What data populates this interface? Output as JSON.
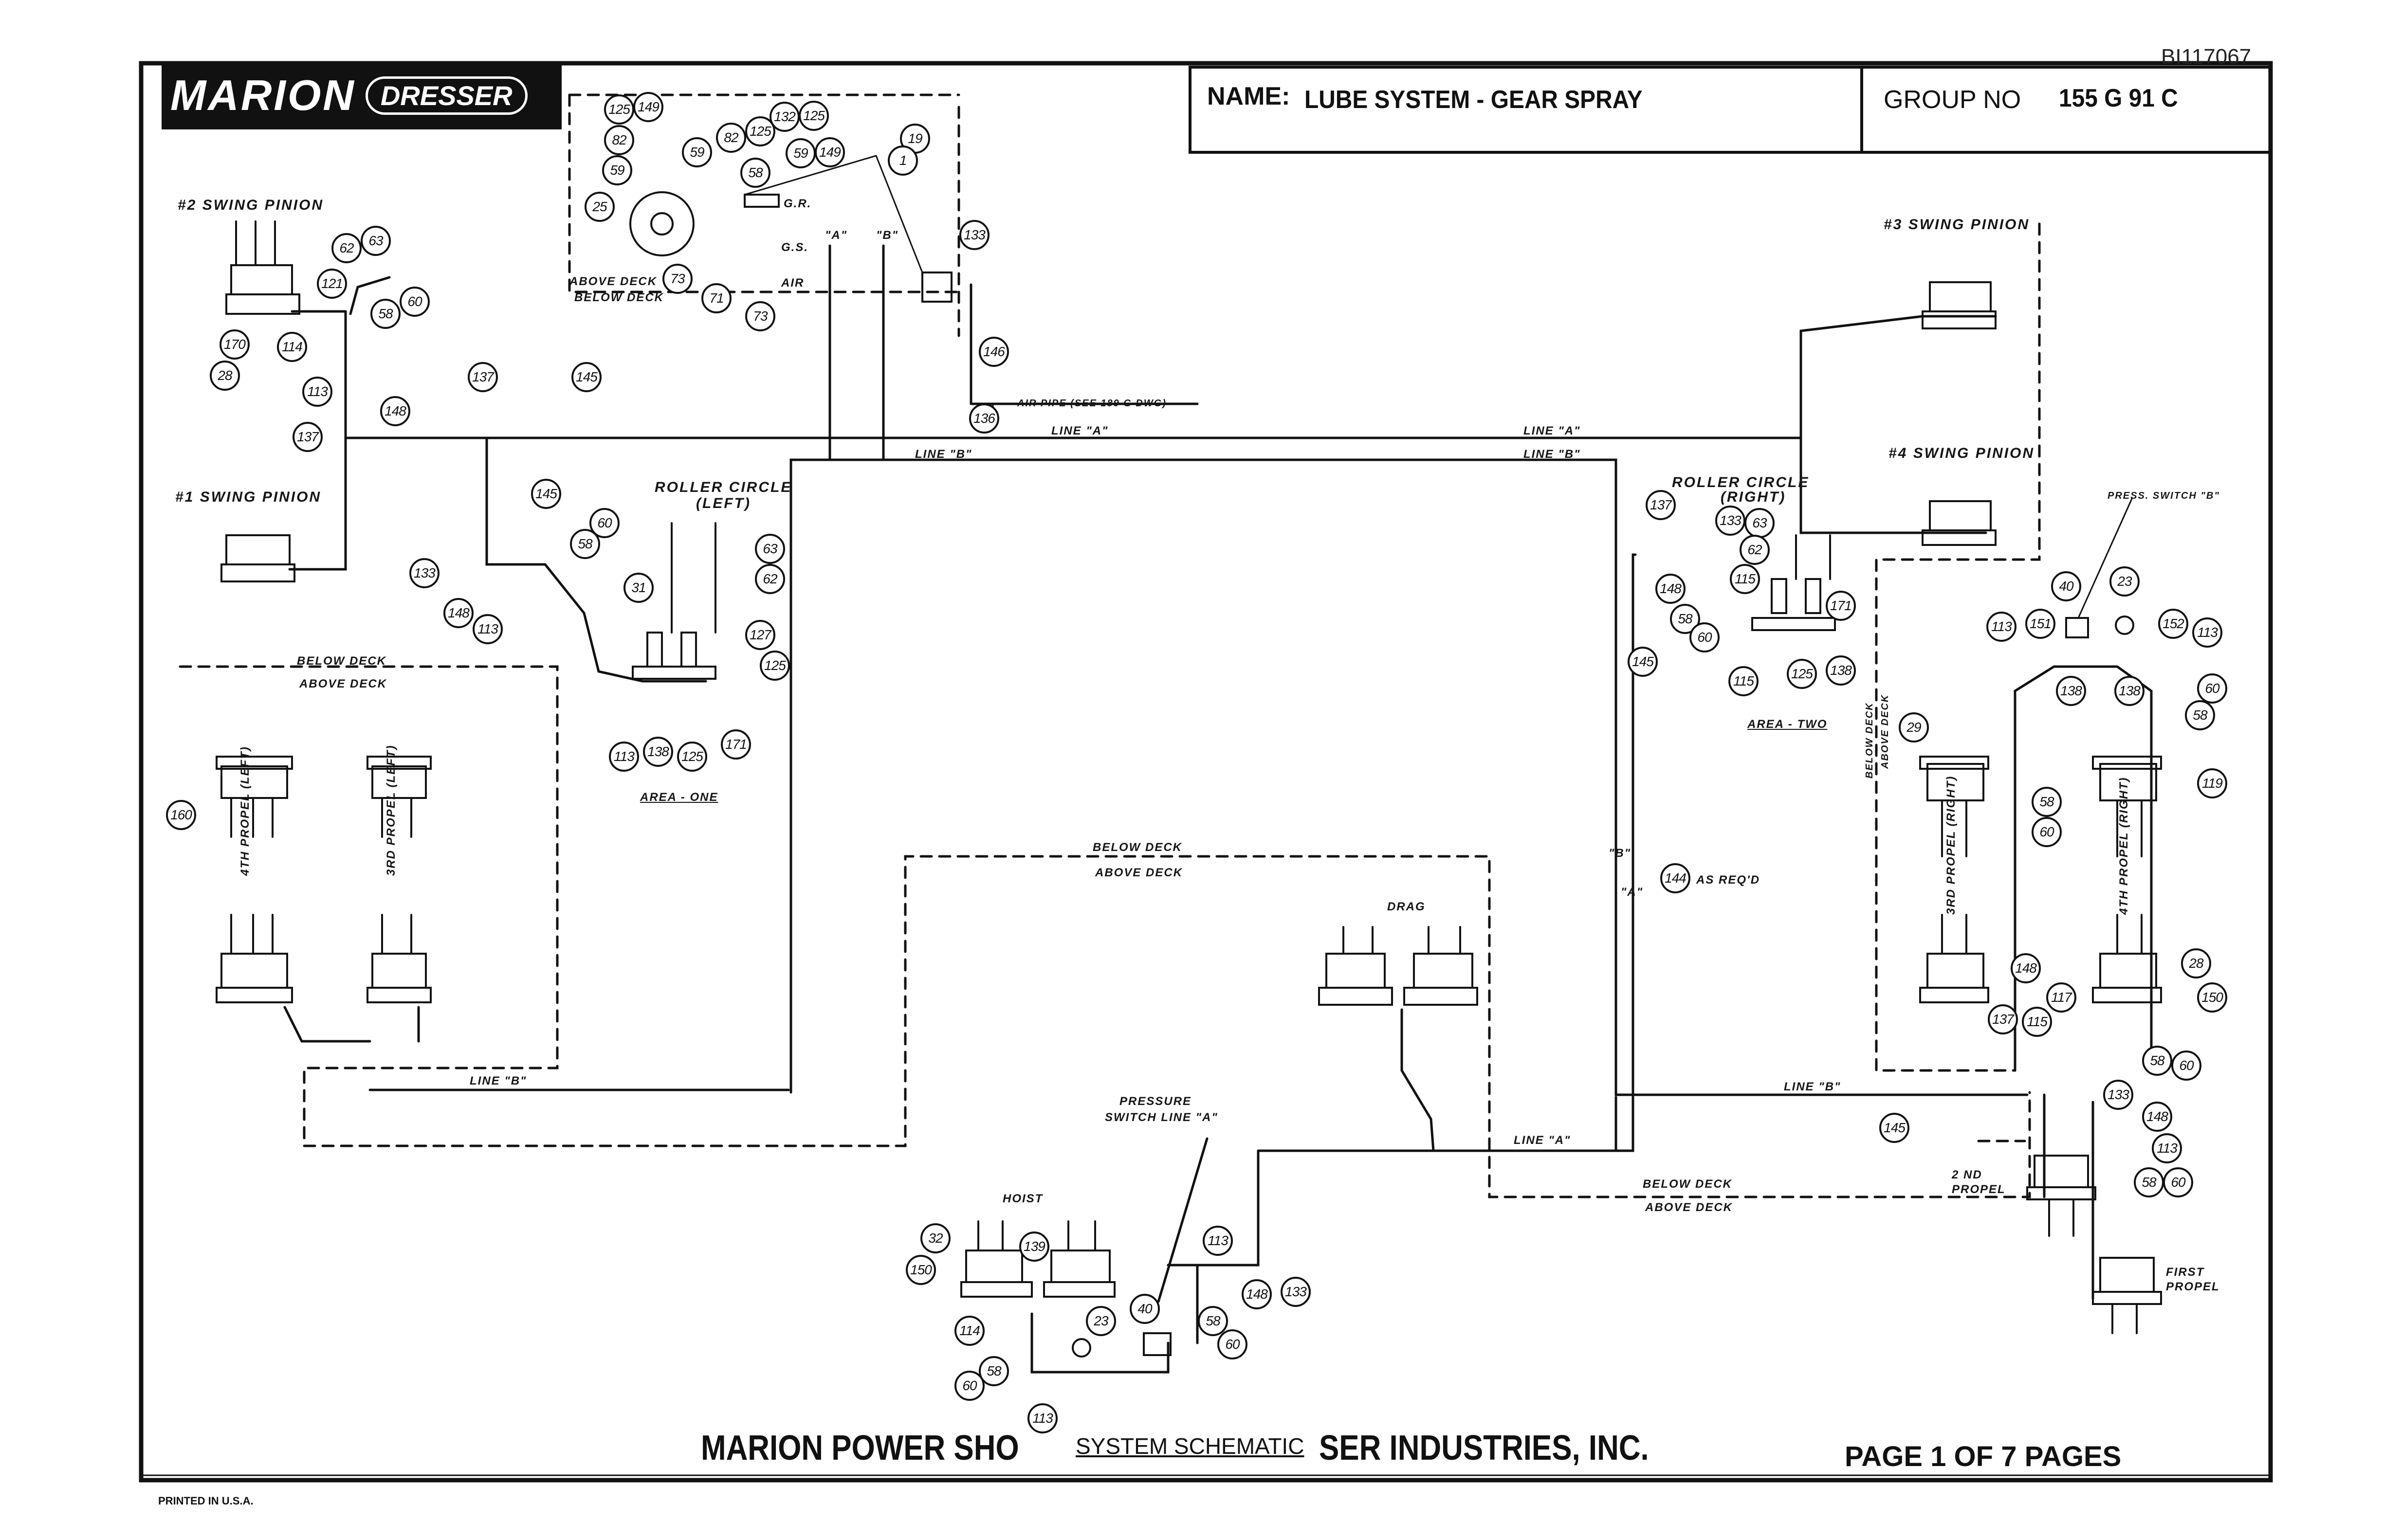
{
  "header": {
    "doc_number": "BI117067",
    "logo_left": "MARION",
    "logo_right": "DRESSER",
    "name_label": "NAME:",
    "name_value": "LUBE SYSTEM - GEAR SPRAY",
    "group_label": "GROUP NO",
    "group_value": "155 G 91 C"
  },
  "footer": {
    "company_left": "MARION POWER SHO",
    "company_right": "SER INDUSTRIES, INC.",
    "system_label": "SYSTEM SCHEMATIC",
    "page_text": "PAGE 1 OF 7 PAGES",
    "printed": "PRINTED IN U.S.A."
  },
  "labels": {
    "swing2": "#2 SWING PINION",
    "swing1": "#1 SWING PINION",
    "swing3": "#3 SWING PINION",
    "swing4": "#4 SWING PINION",
    "above_deck_tl": "ABOVE DECK",
    "below_deck_tl": "BELOW DECK",
    "gr": "G.R.",
    "gs": "G.S.",
    "air": "AIR",
    "line_a_top": "LINE \"A\"",
    "line_b_top": "LINE \"B\"",
    "line_a_right": "LINE \"A\"",
    "line_b_right": "LINE \"B\"",
    "air_pipe": "AIR PIPE (SEE 189 G DWG)",
    "quote_a": "\"A\"",
    "quote_b": "\"B\"",
    "roller_left_1": "ROLLER CIRCLE",
    "roller_left_2": "(LEFT)",
    "roller_right_1": "ROLLER CIRCLE",
    "roller_right_2": "(RIGHT)",
    "area_one": "AREA - ONE",
    "area_two": "AREA - TWO",
    "below_deck_l": "BELOW DECK",
    "above_deck_l": "ABOVE DECK",
    "propel_4th_left": "4TH PROPEL (LEFT)",
    "propel_3rd_left": "3RD PROPEL (LEFT)",
    "line_b_bottom": "LINE \"B\"",
    "below_deck_c": "BELOW DECK",
    "above_deck_c": "ABOVE DECK",
    "drag": "DRAG",
    "pressure_1": "PRESSURE",
    "pressure_2": "SWITCH LINE \"A\"",
    "hoist": "HOIST",
    "line_a_bottom": "LINE \"A\"",
    "line_b_lower_right": "LINE \"B\"",
    "below_deck_br": "BELOW DECK",
    "above_deck_br": "ABOVE DECK",
    "as_reqd": "AS REQ'D",
    "press_switch_b": "PRESS. SWITCH \"B\"",
    "below_deck_r": "BELOW DECK",
    "above_deck_r": "ABOVE DECK",
    "propel_3rd_right": "3RD PROPEL (RIGHT)",
    "propel_4th_right": "4TH PROPEL (RIGHT)",
    "propel_2nd": "2 ND PROPEL",
    "propel_first": "FIRST PROPEL",
    "vert_b": "\"B\"",
    "vert_a": "\"A\""
  },
  "callouts": {
    "c1": "125",
    "c2": "149",
    "c3": "82",
    "c4": "59",
    "c5": "25",
    "c6": "59",
    "c7": "82",
    "c8": "125",
    "c9": "132",
    "c10": "125",
    "c11": "58",
    "c12": "59",
    "c13": "149",
    "c14": "19",
    "c15": "1",
    "c16": "73",
    "c17": "71",
    "c18": "73",
    "c19": "133",
    "c20": "146",
    "c21": "136",
    "c22": "63",
    "c23": "62",
    "c24": "121",
    "c25": "60",
    "c26": "58",
    "c27": "170",
    "c28": "28",
    "c29": "114",
    "c30": "113",
    "c31": "148",
    "c32": "137",
    "c33": "137",
    "c34": "145",
    "c35": "145",
    "c36": "60",
    "c37": "58",
    "c38": "133",
    "c39": "148",
    "c40": "113",
    "c41": "31",
    "c42": "63",
    "c43": "62",
    "c44": "127",
    "c45": "125",
    "c46": "113",
    "c47": "138",
    "c48": "125",
    "c49": "171",
    "c50": "160",
    "c51": "137",
    "c52": "133",
    "c53": "63",
    "c54": "62",
    "c55": "115",
    "c56": "148",
    "c57": "58",
    "c58": "60",
    "c59": "145",
    "c60": "115",
    "c61": "125",
    "c62": "138",
    "c63": "171",
    "c64": "144",
    "c65": "40",
    "c66": "23",
    "c67": "113",
    "c68": "151",
    "c69": "152",
    "c70": "113",
    "c71": "138",
    "c72": "138",
    "c73": "60",
    "c74": "58",
    "c75": "29",
    "c76": "119",
    "c77": "58",
    "c78": "60",
    "c79": "148",
    "c80": "28",
    "c81": "137",
    "c82": "115",
    "c83": "117",
    "c84": "150",
    "c85": "58",
    "c86": "60",
    "c87": "145",
    "c88": "133",
    "c89": "148",
    "c90": "113",
    "c91": "58",
    "c92": "60",
    "c93": "32",
    "c94": "139",
    "c95": "150",
    "c96": "113",
    "c97": "40",
    "c98": "23",
    "c99": "148",
    "c100": "133",
    "c101": "58",
    "c102": "60",
    "c103": "114",
    "c104": "58",
    "c105": "60",
    "c106": "113"
  }
}
